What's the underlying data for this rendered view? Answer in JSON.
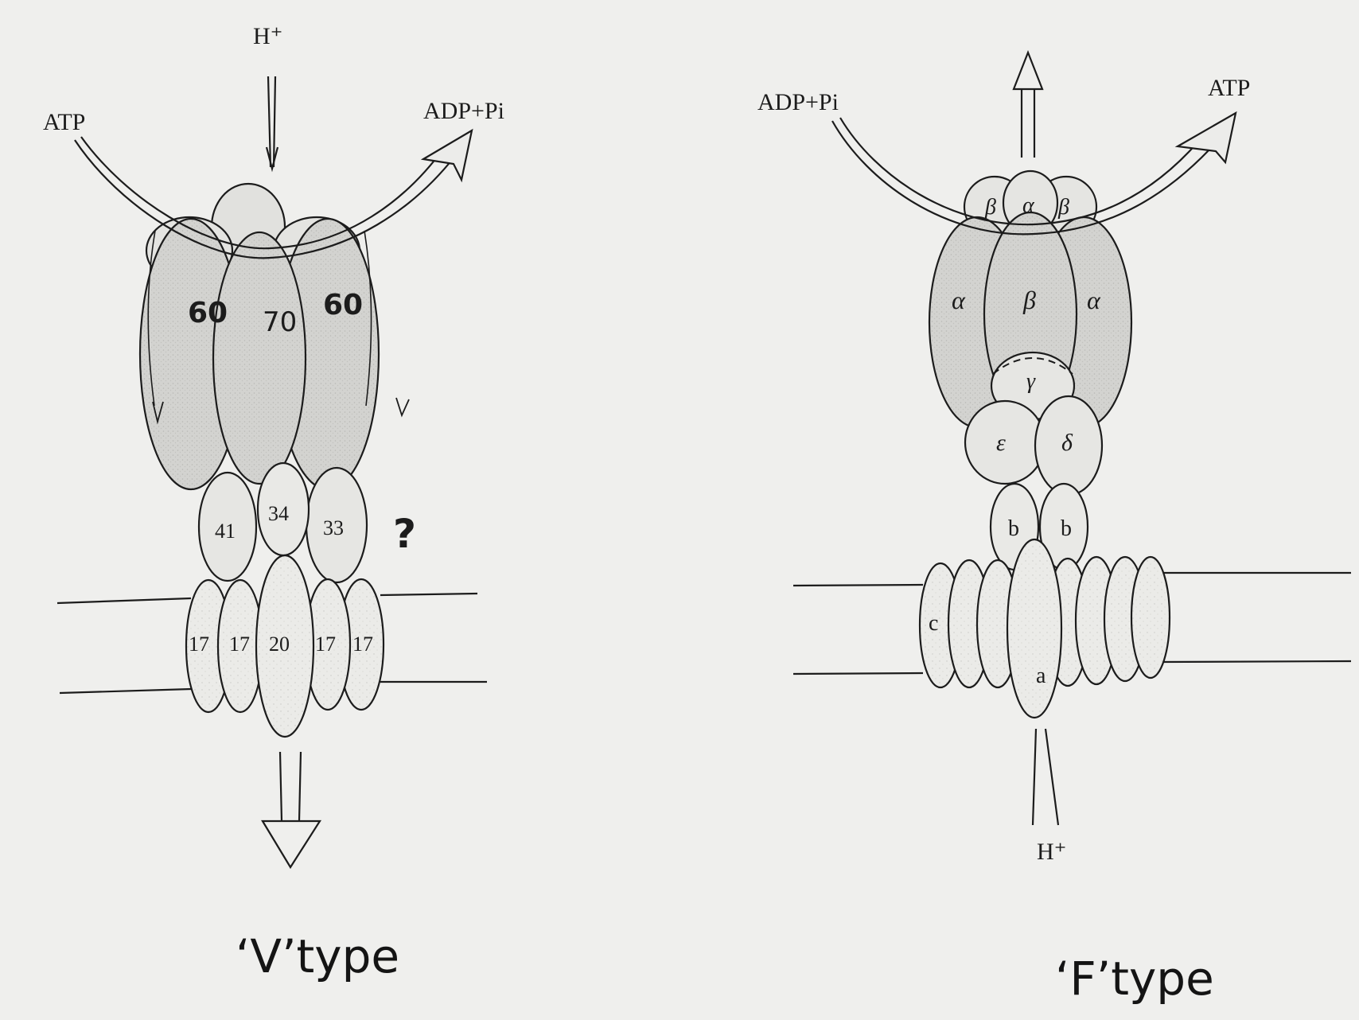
{
  "v_type": {
    "caption": "‘V’type",
    "proton_label": "H⁺",
    "atp_label": "ATP",
    "adp_label": "ADP+Pi",
    "question_mark": "?",
    "subunits": {
      "s60_left": "60",
      "s70": "70",
      "s60_right": "60",
      "s41": "41",
      "s34": "34",
      "s33": "33",
      "s17_a": "17",
      "s17_b": "17",
      "s20": "20",
      "s17_c": "17",
      "s17_d": "17"
    }
  },
  "f_type": {
    "caption": "‘F’type",
    "proton_label": "H⁺",
    "adp_label": "ADP+Pi",
    "atp_label": "ATP",
    "subunits": {
      "top_beta_left": "β",
      "top_alpha": "α",
      "top_beta_right": "β",
      "alpha_left": "α",
      "beta_center": "β",
      "alpha_right": "α",
      "gamma": "γ",
      "epsilon": "ε",
      "delta": "δ",
      "b_left": "b",
      "b_right": "b",
      "c": "c",
      "a": "a"
    }
  },
  "colors": {
    "ink": "#1c1c1c",
    "shade": "#cfcfcc",
    "light_fill": "#ecece9",
    "background": "#efefed"
  }
}
